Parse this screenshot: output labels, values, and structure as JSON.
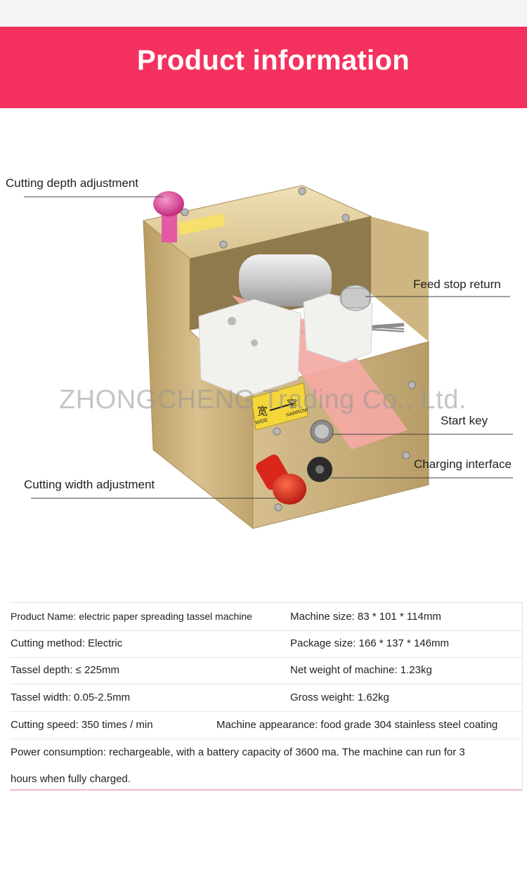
{
  "header": {
    "title": "Product information"
  },
  "watermark": "ZHONGCHENG Trading Co., Ltd.",
  "callouts": {
    "depth": "Cutting depth adjustment",
    "feed": "Feed stop return",
    "start": "Start key",
    "charging": "Charging interface",
    "width": "Cutting width adjustment"
  },
  "machine_labels": {
    "wide_cn": "宽",
    "narrow_cn": "窄",
    "wide": "WIDE",
    "narrow": "NARROW"
  },
  "specs": {
    "rows": [
      {
        "left": "Product Name: electric paper spreading tassel machine",
        "right": "Machine size: 83 * 101 * 114mm"
      },
      {
        "left": "Cutting method: Electric",
        "right": "Package size: 166 * 137 * 146mm"
      },
      {
        "left": "Tassel depth: ≤ 225mm",
        "right": "Net weight of machine: 1.23kg"
      },
      {
        "left": "Tassel width: 0.05-2.5mm",
        "right": "Gross weight: 1.62kg"
      },
      {
        "left": "Cutting speed: 350 times / min",
        "right": "Machine appearance: food grade 304 stainless steel coating"
      }
    ],
    "power_line1": "Power consumption: rechargeable, with a battery capacity of 3600 ma. The machine can run for 3",
    "power_line2": "hours when fully charged."
  },
  "colors": {
    "banner": "#f5325f",
    "gold": "#c8b07a",
    "ribbon": "#f3a9a3"
  }
}
